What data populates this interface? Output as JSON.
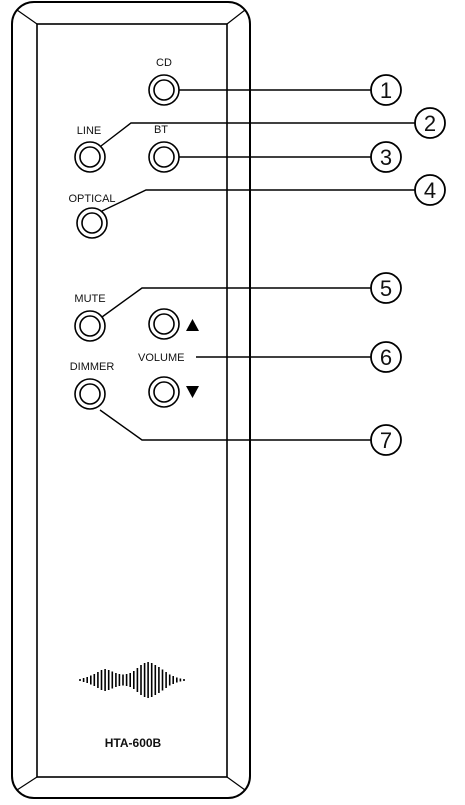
{
  "remote": {
    "model": "HTA-600B",
    "buttons": [
      {
        "id": "cd",
        "label": "CD",
        "callout": "1"
      },
      {
        "id": "line",
        "label": "LINE",
        "callout": "2"
      },
      {
        "id": "bt",
        "label": "BT",
        "callout": "3"
      },
      {
        "id": "optical",
        "label": "OPTICAL",
        "callout": "4"
      },
      {
        "id": "mute",
        "label": "MUTE",
        "callout": "5"
      },
      {
        "id": "volume-up",
        "label": "",
        "icon": "triangle-up-icon"
      },
      {
        "id": "volume-down",
        "label": "",
        "icon": "triangle-down-icon"
      },
      {
        "id": "dimmer",
        "label": "DIMMER",
        "callout": "7"
      }
    ],
    "volume_label": "VOLUME",
    "volume_callout": "6",
    "logo": "waveform-logo"
  }
}
